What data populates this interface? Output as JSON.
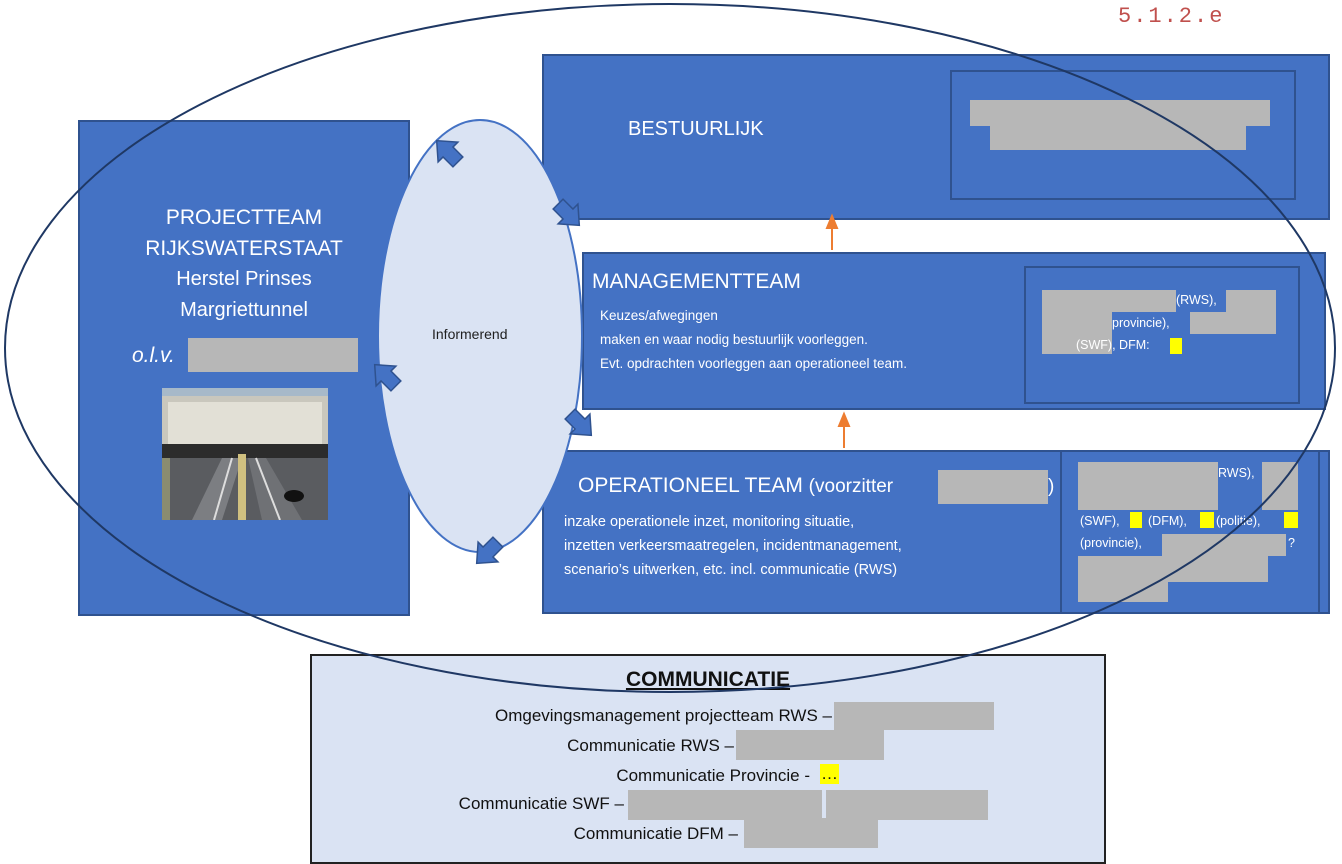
{
  "stamp": "5.1.2.e",
  "projectteam": {
    "line1": "PROJECTTEAM",
    "line2": "RIJKSWATERSTAAT",
    "line3": "Herstel Prinses",
    "line4": "Margriettunnel",
    "olv": "o.l.v."
  },
  "center": {
    "label": "Informerend"
  },
  "bestuurlijk": {
    "title": "BESTUURLIJK"
  },
  "managementteam": {
    "title": "MANAGEMENTTEAM",
    "line1": "Keuzes/afwegingen",
    "line2": "maken en waar nodig bestuurlijk voorleggen.",
    "line3": "Evt. opdrachten voorleggen aan operationeel team.",
    "members": {
      "rws": "(RWS),",
      "provincie": "provincie),",
      "swf": "(SWF), DFM:"
    }
  },
  "operationeel": {
    "title": "OPERATIONEEL TEAM",
    "voorzitter": "(voorzitter",
    "close": ")",
    "line1": "inzake operationele inzet, monitoring situatie,",
    "line2": "inzetten verkeersmaatregelen, incidentmanagement,",
    "line3": "scenario’s uitwerken,  etc. incl. communicatie (RWS)",
    "members": {
      "rws": "RWS),",
      "swf": "(SWF),",
      "dfm": "(DFM),",
      "politie": "(politie),",
      "provincie": "(provincie),",
      "q": "?"
    }
  },
  "communicatie": {
    "title": "COMMUNICATIE",
    "lines": [
      "Omgevingsmanagement projectteam RWS –",
      "Communicatie RWS –",
      "Communicatie Provincie -",
      "Communicatie SWF –",
      "Communicatie DFM –"
    ],
    "provincie_value": "…"
  }
}
